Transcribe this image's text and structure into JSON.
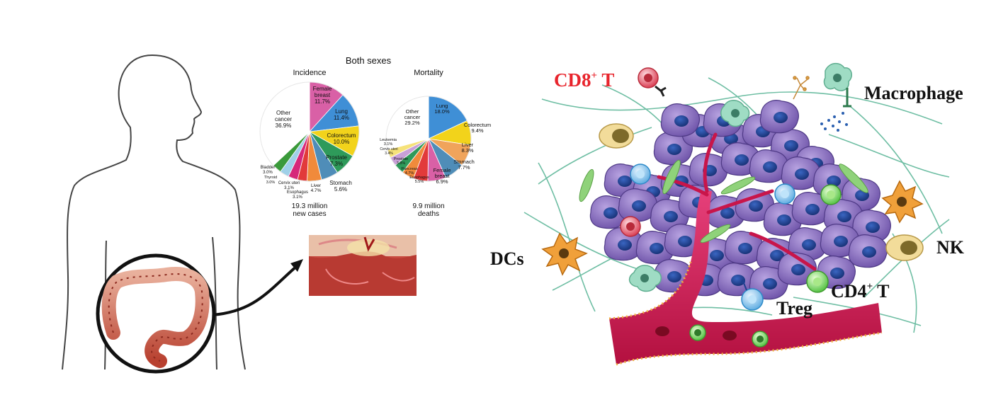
{
  "pie_header": {
    "title": "Both sexes",
    "incidence_label": "Incidence",
    "mortality_label": "Mortality",
    "incidence_total_line1": "19.3 million",
    "incidence_total_line2": "new cases",
    "mortality_total_line1": "9.9 million",
    "mortality_total_line2": "deaths"
  },
  "chart_data": [
    {
      "type": "pie",
      "title": "Incidence",
      "slices": [
        {
          "name": "Female breast",
          "value": 11.7,
          "color": "#d960a6"
        },
        {
          "name": "Lung",
          "value": 11.4,
          "color": "#3f8fd6"
        },
        {
          "name": "Colorectum",
          "value": 10.0,
          "color": "#f2d31b"
        },
        {
          "name": "Prostate",
          "value": 7.3,
          "color": "#2e9a5a"
        },
        {
          "name": "Stomach",
          "value": 5.6,
          "color": "#4f8db8"
        },
        {
          "name": "Liver",
          "value": 4.7,
          "color": "#f08a3b"
        },
        {
          "name": "Esophagus",
          "value": 3.1,
          "color": "#e23a3a"
        },
        {
          "name": "Cervix uteri",
          "value": 3.1,
          "color": "#d6287a"
        },
        {
          "name": "Thyroid",
          "value": 3.0,
          "color": "#9fd0e8"
        },
        {
          "name": "Bladder",
          "value": 3.0,
          "color": "#3a9a3a"
        },
        {
          "name": "Other cancer",
          "value": 36.9,
          "color": "#ffffff"
        }
      ]
    },
    {
      "type": "pie",
      "title": "Mortality",
      "slices": [
        {
          "name": "Lung",
          "value": 18.0,
          "color": "#3f8fd6"
        },
        {
          "name": "Colorectum",
          "value": 9.4,
          "color": "#f2d31b"
        },
        {
          "name": "Liver",
          "value": 8.3,
          "color": "#f0a45b"
        },
        {
          "name": "Stomach",
          "value": 7.7,
          "color": "#4f8db8"
        },
        {
          "name": "Female breast",
          "value": 6.9,
          "color": "#d960a6"
        },
        {
          "name": "Esophagus",
          "value": 5.5,
          "color": "#e23a3a"
        },
        {
          "name": "Pancreas",
          "value": 4.7,
          "color": "#f08a3b"
        },
        {
          "name": "Prostate",
          "value": 3.8,
          "color": "#2e9a5a"
        },
        {
          "name": "Cervix uteri",
          "value": 3.4,
          "color": "#c9a0d8"
        },
        {
          "name": "Leukemia",
          "value": 3.1,
          "color": "#f6e27a"
        },
        {
          "name": "Other cancer",
          "value": 29.2,
          "color": "#ffffff"
        }
      ]
    }
  ],
  "incidence_labels": {
    "female_breast": [
      "Female",
      "breast",
      "11.7%"
    ],
    "lung": [
      "Lung",
      "11.4%"
    ],
    "colorectum": [
      "Colorectum",
      "10.0%"
    ],
    "prostate": [
      "Prostate",
      "7.3%"
    ],
    "stomach": [
      "Stomach",
      "5.6%"
    ],
    "liver": [
      "Liver",
      "4.7%"
    ],
    "esophagus": [
      "Esophagus",
      "3.1%"
    ],
    "cervix": [
      "Cervix uteri",
      "3.1%"
    ],
    "thyroid": [
      "Thyroid",
      "3.0%"
    ],
    "bladder": [
      "Bladder",
      "3.0%"
    ],
    "other": [
      "Other",
      "cancer",
      "36.9%"
    ]
  },
  "mortality_labels": {
    "lung": [
      "Lung",
      "18.0%"
    ],
    "colorectum": [
      "Colorectum",
      "9.4%"
    ],
    "liver": [
      "Liver",
      "8.3%"
    ],
    "stomach": [
      "Stomach",
      "7.7%"
    ],
    "female_breast": [
      "Female",
      "breast",
      "6.9%"
    ],
    "esophagus": [
      "Esophagus",
      "5.5%"
    ],
    "pancreas": [
      "Pancreas",
      "4.7%"
    ],
    "prostate": [
      "Prostate",
      "3.8%"
    ],
    "cervix": [
      "Cervix uteri",
      "3.4%"
    ],
    "leukemia": [
      "Leukemia",
      "3.1%"
    ],
    "other": [
      "Other",
      "cancer",
      "29.2%"
    ]
  },
  "tme_labels": {
    "cd8_base": "CD8",
    "cd8_sup": "+",
    "cd8_suffix": " T",
    "macrophage": "Macrophage",
    "dcs": "DCs",
    "nk": "NK",
    "treg": "Treg",
    "cd4_base": "CD4",
    "cd4_sup": "+",
    "cd4_suffix": " T"
  },
  "colors": {
    "cd8_label": "#e8242c",
    "tumor_cell": "#8a6fc0",
    "tumor_nucleus": "#1f3f8f",
    "vessel": "#c8154a",
    "colon": "#c8554a"
  }
}
